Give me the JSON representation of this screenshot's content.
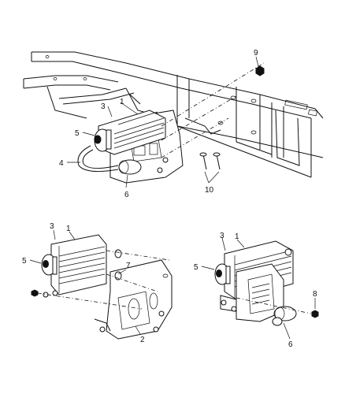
{
  "diagram": {
    "callouts": {
      "top": {
        "c1": "1",
        "c3": "3",
        "c5": "5",
        "c4": "4",
        "c6": "6",
        "c9": "9",
        "c10": "10"
      },
      "left": {
        "c1": "1",
        "c3": "3",
        "c5": "5",
        "c7": "7",
        "c2": "2"
      },
      "right": {
        "c1": "1",
        "c3": "3",
        "c5": "5",
        "c8": "8",
        "c6": "6"
      }
    }
  }
}
